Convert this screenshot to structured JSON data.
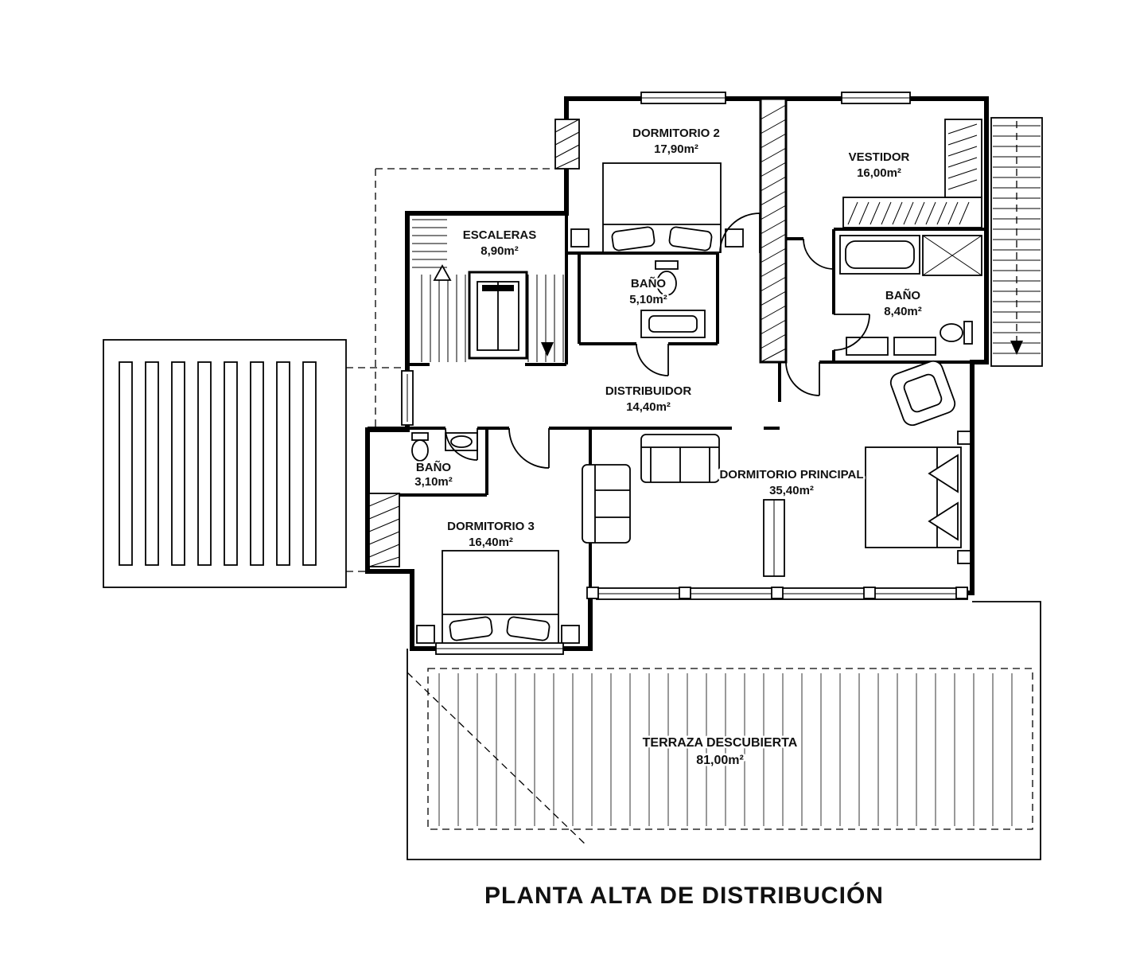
{
  "title": "PLANTA ALTA DE DISTRIBUCIÓN",
  "colors": {
    "line": "#000000",
    "background": "#ffffff"
  },
  "rooms": {
    "dormitorio2": {
      "name": "DORMITORIO 2",
      "area": "17,90m²"
    },
    "vestidor": {
      "name": "VESTIDOR",
      "area": "16,00m²"
    },
    "escaleras": {
      "name": "ESCALERAS",
      "area": "8,90m²"
    },
    "bano_510": {
      "name": "BAÑO",
      "area": "5,10m²"
    },
    "bano_840": {
      "name": "BAÑO",
      "area": "8,40m²"
    },
    "distribuidor": {
      "name": "DISTRIBUIDOR",
      "area": "14,40m²"
    },
    "bano_310": {
      "name": "BAÑO",
      "area": "3,10m²"
    },
    "dormitorio3": {
      "name": "DORMITORIO 3",
      "area": "16,40m²"
    },
    "principal": {
      "name": "DORMITORIO PRINCIPAL",
      "area": "35,40m²"
    },
    "terraza": {
      "name": "TERRAZA DESCUBIERTA",
      "area": "81,00m²"
    }
  }
}
